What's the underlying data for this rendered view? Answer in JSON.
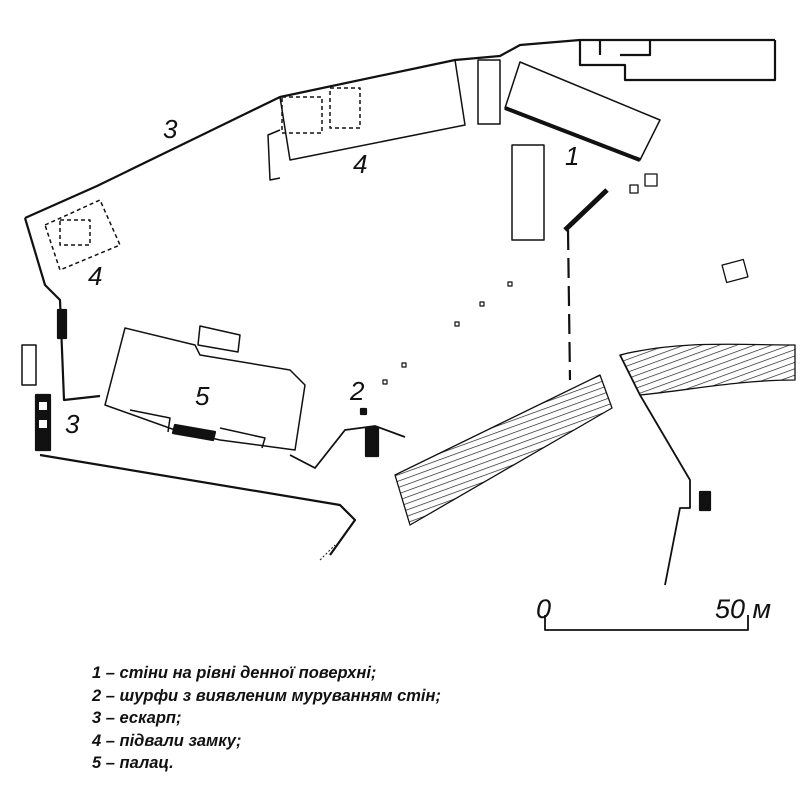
{
  "map_labels": {
    "walls": "1",
    "pits": "2",
    "escarp_top": "3",
    "escarp_left": "3",
    "cellars_top": "4",
    "cellars_left": "4",
    "palace": "5"
  },
  "scale": {
    "start": "0",
    "end": "50 м"
  },
  "legend": [
    "1 – стіни на рівні денної поверхні;",
    "2 – шурфи з виявленим муруванням стін;",
    "3 – ескарп;",
    "4 – підвали замку;",
    "5 – палац."
  ]
}
